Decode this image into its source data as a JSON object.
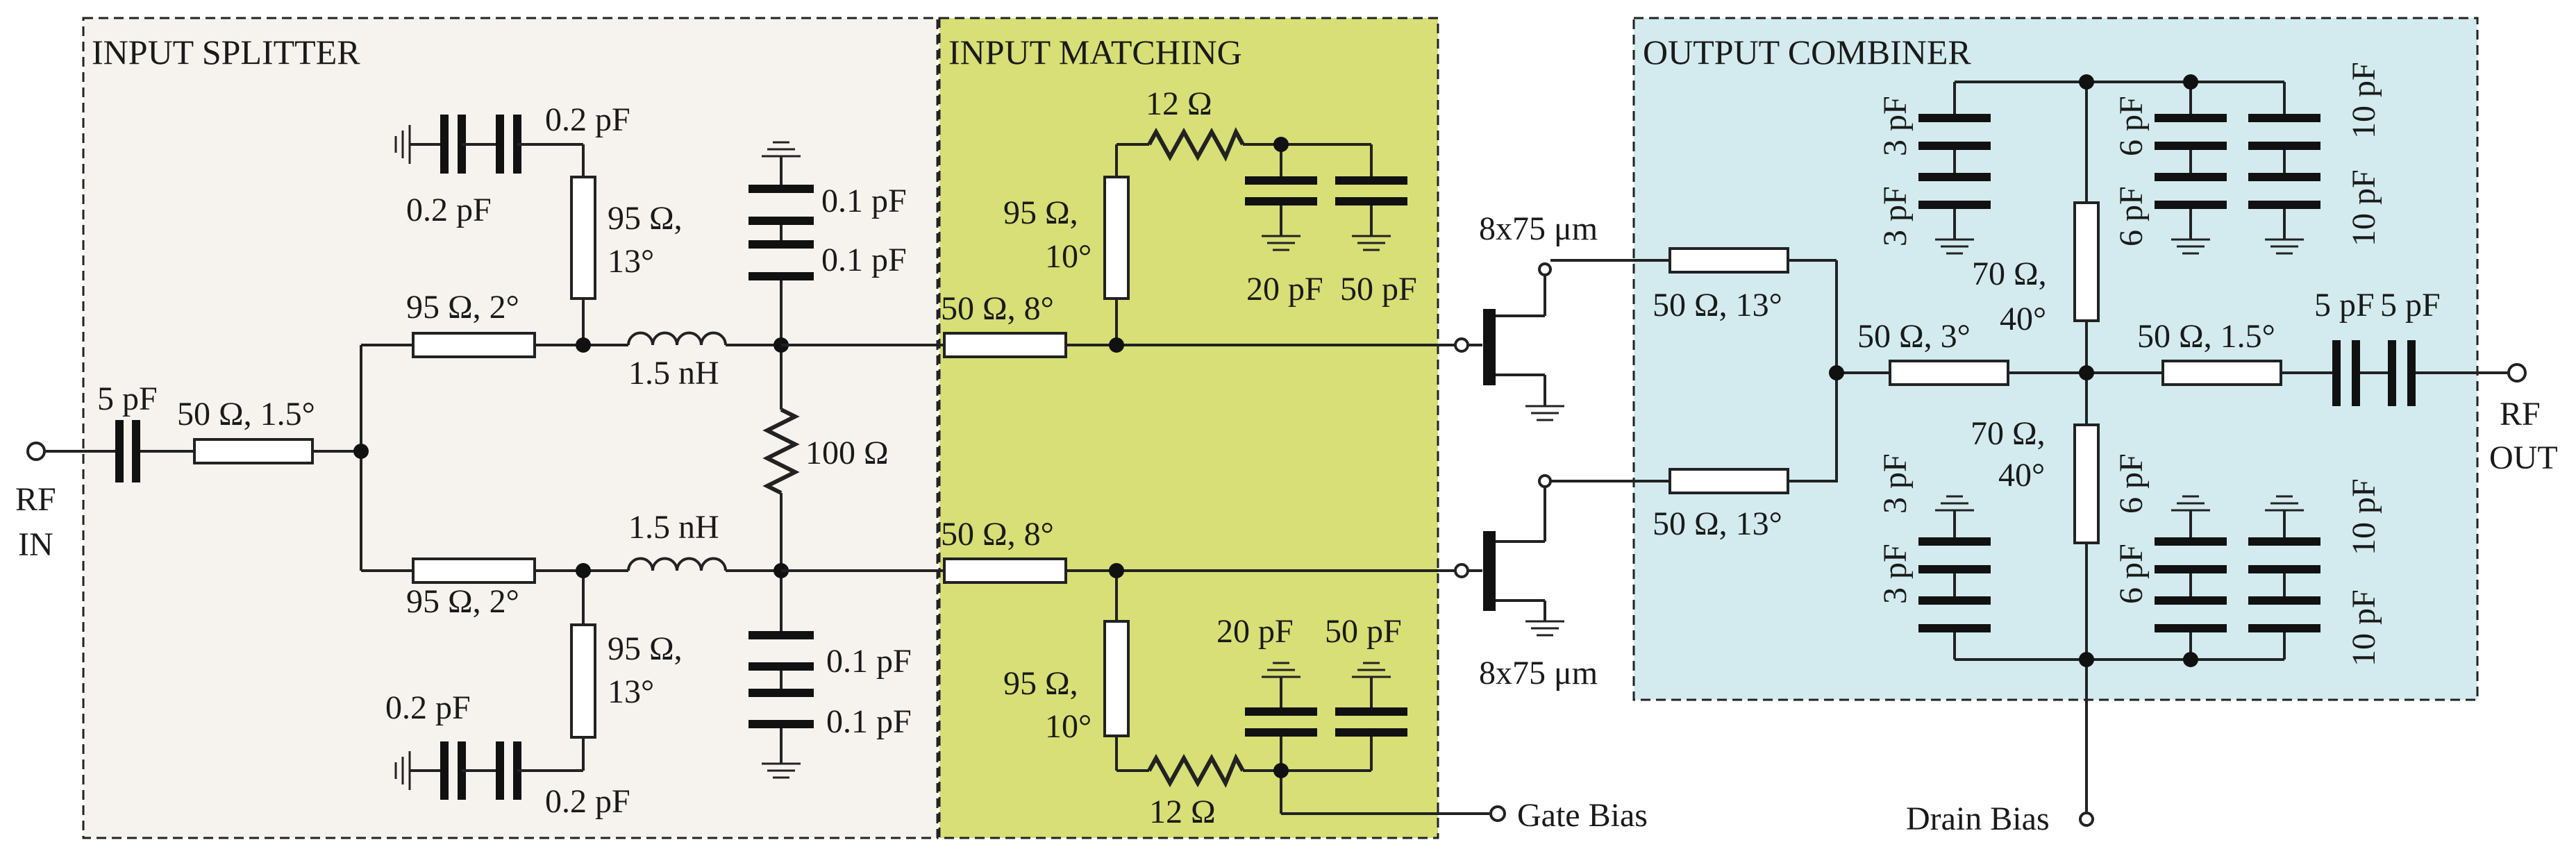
{
  "sections": {
    "input_splitter": {
      "title": "INPUT SPLITTER",
      "fill": "#f6f3ef"
    },
    "input_matching": {
      "title": "INPUT MATCHING",
      "fill": "#d7df76"
    },
    "output_combiner": {
      "title": "OUTPUT COMBINER",
      "fill": "#d3ebee"
    }
  },
  "ports": {
    "rf_in": [
      "RF",
      "IN"
    ],
    "rf_out": [
      "RF",
      "OUT"
    ],
    "gate_bias": "Gate Bias",
    "drain_bias": "Drain Bias"
  },
  "transistors": {
    "top": "8x75 μm",
    "bottom": "8x75 μm"
  },
  "splitter": {
    "cap_in": "5 pF",
    "tl_in": "50 Ω, 1.5°",
    "tl_top": "95 Ω, 2°",
    "tl_bot": "95 Ω, 2°",
    "stub_top": [
      "95 Ω,",
      "13°"
    ],
    "stub_bot": [
      "95 Ω,",
      "13°"
    ],
    "cap_top_a": "0.2 pF",
    "cap_top_b": "0.2 pF",
    "cap_bot_a": "0.2 pF",
    "cap_bot_b": "0.2 pF",
    "ind_top": "1.5 nH",
    "ind_bot": "1.5 nH",
    "cap_shunt_top": [
      "0.1 pF",
      "0.1 pF"
    ],
    "cap_shunt_bot": [
      "0.1 pF",
      "0.1 pF"
    ],
    "res_iso": "100 Ω"
  },
  "matching": {
    "tl_top": "50 Ω, 8°",
    "tl_bot": "50 Ω, 8°",
    "stub_top": [
      "95 Ω,",
      "10°"
    ],
    "stub_bot": [
      "95 Ω,",
      "10°"
    ],
    "res_top": "12 Ω",
    "res_bot": "12 Ω",
    "caps_top": [
      "20 pF",
      "50 pF"
    ],
    "caps_bot": [
      "20 pF",
      "50 pF"
    ]
  },
  "combiner": {
    "tl_top": "50 Ω, 13°",
    "tl_bot": "50 Ω, 13°",
    "tl_mid": "50 Ω, 3°",
    "tl_out": "50 Ω, 1.5°",
    "tl_vert_top": [
      "70 Ω,",
      "40°"
    ],
    "tl_vert_bot": [
      "70 Ω,",
      "40°"
    ],
    "cap_out": [
      "5 pF",
      "5 pF"
    ],
    "caps_top": [
      "3 pF",
      "3 pF",
      "6 pF",
      "6 pF",
      "10 pF",
      "10 pF"
    ],
    "caps_bot": [
      "3 pF",
      "3 pF",
      "6 pF",
      "6 pF",
      "10 pF",
      "10 pF"
    ]
  }
}
